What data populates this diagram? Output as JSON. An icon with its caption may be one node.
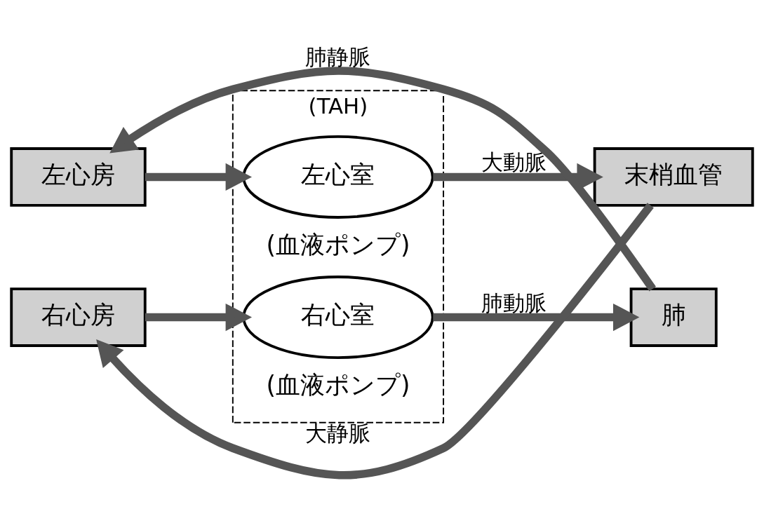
{
  "diagram": {
    "nodes": [
      {
        "text": [
          "(TAH)"
        ]
      },
      {
        "text": [
          "右心房"
        ]
      },
      {
        "text": [
          "右心室"
        ],
        "beside": [
          "(血液ポンプ)"
        ],
        "in": 0
      },
      {
        "text": [
          "肺"
        ]
      },
      {
        "text": [
          "左心房"
        ]
      },
      {
        "text": [
          "左心室"
        ],
        "beside": [
          "(血液ポンプ)"
        ],
        "in": 0
      },
      {
        "text": [
          "末梢血管"
        ]
      }
    ],
    "edges": [
      {
        "from": 6,
        "to": 1,
        "arrow": "to",
        "label": "大静脈"
      },
      {
        "from": 1,
        "to": 2,
        "arrow": "to"
      },
      {
        "from": 2,
        "to": 3,
        "arrow": "to",
        "label": "肺動脈"
      },
      {
        "from": 3,
        "to": 4,
        "arrow": "to",
        "label": "肺静脈"
      },
      {
        "from": 4,
        "to": 5,
        "arrow": "to"
      },
      {
        "from": 5,
        "to": 6,
        "arrow": "to",
        "label": "大動脈"
      }
    ]
  }
}
